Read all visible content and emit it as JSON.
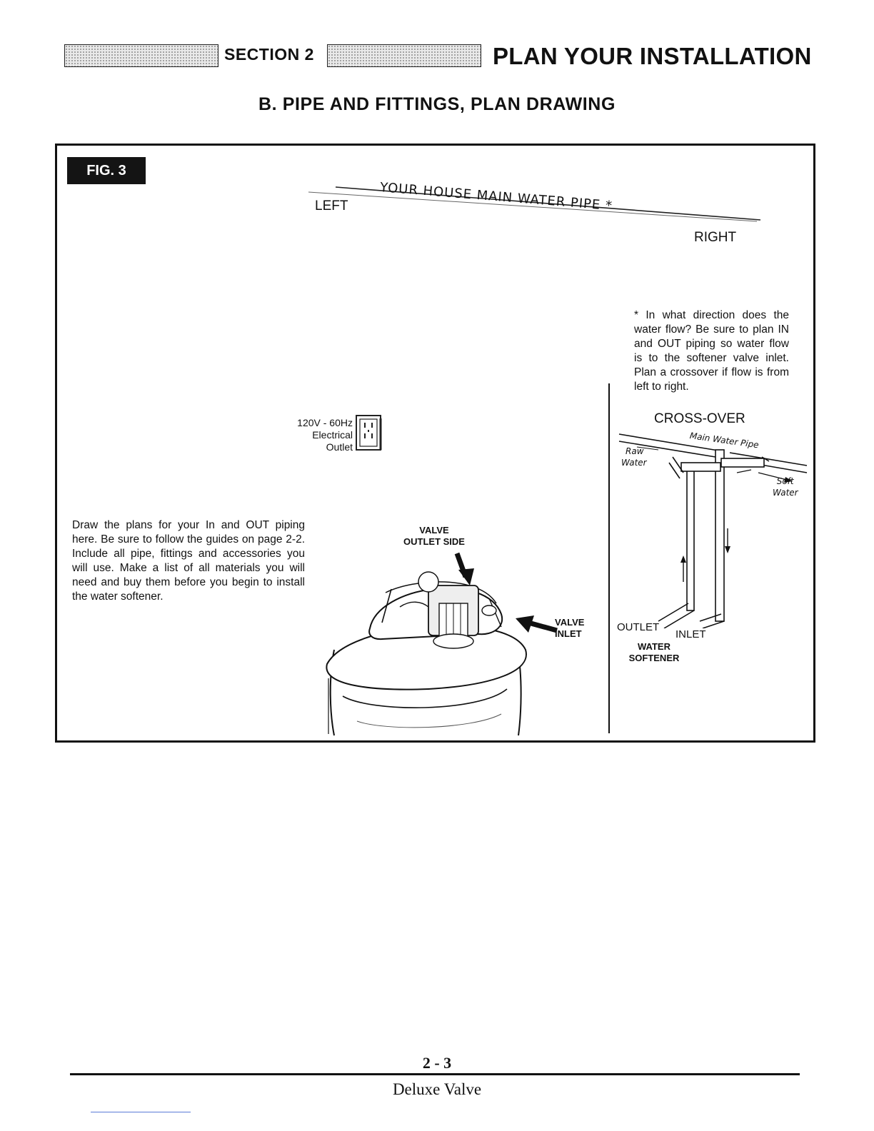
{
  "header": {
    "section_label": "SECTION 2",
    "title": "PLAN YOUR INSTALLATION"
  },
  "subtitle": "B. PIPE AND FITTINGS, PLAN DRAWING",
  "figure": {
    "label": "FIG. 3",
    "main_pipe_label": "YOUR HOUSE MAIN WATER PIPE *",
    "left_label": "LEFT",
    "right_label": "RIGHT",
    "note": "* In what direction does the water flow? Be sure to plan IN and OUT piping so water flow is to the softener valve inlet. Plan a crossover if flow is from left to right.",
    "outlet": {
      "line1": "120V - 60Hz",
      "line2": "Electrical",
      "line3": "Outlet"
    },
    "instructions": "Draw the plans for your In and OUT piping here. Be sure to follow the guides on page 2-2. Include all pipe, fittings and accessories you will use. Make a list of all materials you will need and buy them before you begin to install the water softener.",
    "valve_outlet_side": {
      "line1": "VALVE",
      "line2": "OUTLET SIDE"
    },
    "valve_inlet": {
      "line1": "VALVE",
      "line2": "INLET"
    },
    "crossover": {
      "title": "CROSS-OVER",
      "main_water_pipe": "Main Water Pipe",
      "raw_water_1": "Raw",
      "raw_water_2": "Water",
      "soft_water_1": "Soft",
      "soft_water_2": "Water",
      "outlet": "OUTLET",
      "inlet": "INLET",
      "water_softener_1": "WATER",
      "water_softener_2": "SOFTENER"
    }
  },
  "footer": {
    "page_number": "2 - 3",
    "document_name": "Deluxe Valve"
  }
}
